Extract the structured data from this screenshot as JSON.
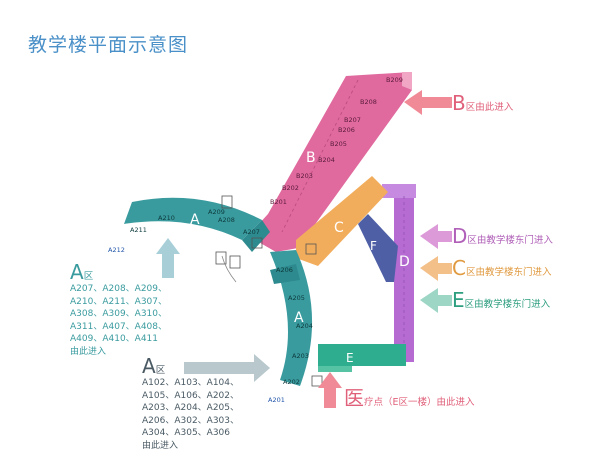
{
  "title": "教学楼平面示意图",
  "colors": {
    "title": "#4a90c8",
    "zone_a": "#3a9b9f",
    "zone_b": "#e06a9e",
    "zone_c": "#f2ad5c",
    "zone_d": "#b56bd1",
    "zone_e": "#2fae8f",
    "zone_f": "#4e5fa6",
    "arrow_up": "#a8cfd8",
    "arrow_grey": "#b8c8cc",
    "arrow_red": "#f08a96"
  },
  "zones": {
    "a": "A",
    "b": "B",
    "c": "C",
    "d": "D",
    "e": "E",
    "f": "F"
  },
  "rooms": {
    "a_upper": [
      "A211",
      "A210",
      "A209",
      "A208",
      "A207"
    ],
    "a_lower": [
      "A206",
      "A205",
      "A204",
      "A203",
      "A202"
    ],
    "b": [
      "B209",
      "B208",
      "B207",
      "B206",
      "B205",
      "B204",
      "B203",
      "B202",
      "B201"
    ],
    "label_a212": "A212",
    "label_a201": "A201"
  },
  "entrances": {
    "b": {
      "letter": "B",
      "text": "区由此进入"
    },
    "d": {
      "letter": "D",
      "text": "区由教学楼东门进入"
    },
    "c": {
      "letter": "C",
      "text": "区由教学楼东门进入"
    },
    "e": {
      "letter": "E",
      "text": "区由教学楼东门进入"
    },
    "clinic": {
      "letter": "医",
      "text": "疗点（E区一楼）由此进入"
    }
  },
  "group_upper": {
    "letter": "A",
    "suffix": "区",
    "lines": [
      "A207、A208、A209、",
      "A210、A211、A307、",
      "A308、A309、A310、",
      "A311、A407、A408、",
      "A409、A410、A411",
      "由此进入"
    ]
  },
  "group_lower": {
    "letter": "A",
    "suffix": "区",
    "lines": [
      "A102、A103、A104、",
      "A105、A106、A202、",
      "A203、A204、A205、",
      "A206、A302、A303、",
      "A304、A305、A306",
      "由此进入"
    ]
  }
}
